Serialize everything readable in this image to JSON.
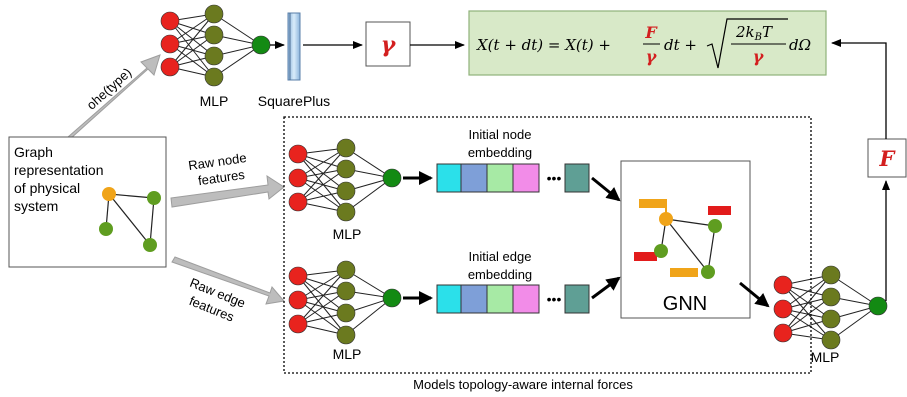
{
  "labels": {
    "mlp_top": "MLP",
    "squareplus": "SquarePlus",
    "ohe_type": "ohe(type)",
    "graph_line1": "Graph",
    "graph_line2": "representation",
    "graph_line3": "of physical",
    "graph_line4": "system",
    "raw_node_line1": "Raw node",
    "raw_node_line2": "features",
    "raw_edge_line1": "Raw edge",
    "raw_edge_line2": "features",
    "mlp_node": "MLP",
    "mlp_edge": "MLP",
    "initial_node_line1": "Initial node",
    "initial_node_line2": "embedding",
    "initial_edge_line1": "Initial edge",
    "initial_edge_line2": "embedding",
    "gnn": "GNN",
    "mlp_right": "MLP",
    "footer": "Models topology-aware internal forces",
    "dots": "•••"
  },
  "symbols": {
    "gamma": "γ",
    "force": "F"
  },
  "equation": {
    "lhs": "X(t + dt) = X(t) +",
    "frac_num": "F",
    "frac_den": "γ",
    "dt": "dt +",
    "sqrt_num": "2k",
    "sqrt_num_sub": "B",
    "sqrt_num_tail": "T",
    "sqrt_den": "γ",
    "tail": "dΩ"
  },
  "colors": {
    "input_node": "#e8231e",
    "hidden_node": "#6b7a1f",
    "output_node": "#138a13",
    "emb_cyan": "#2be0ea",
    "emb_blue": "#7e9fd8",
    "emb_green": "#a7eaa5",
    "emb_pink": "#f28ce8",
    "emb_teal": "#5f9f95",
    "equation_bg": "#d8e9c8",
    "gamma_red": "#d31f1f",
    "graph_orange": "#f0a419",
    "graph_green": "#5f9d20",
    "gnn_red": "#e21b1b",
    "arrow_gray": "#bdbdbd"
  }
}
